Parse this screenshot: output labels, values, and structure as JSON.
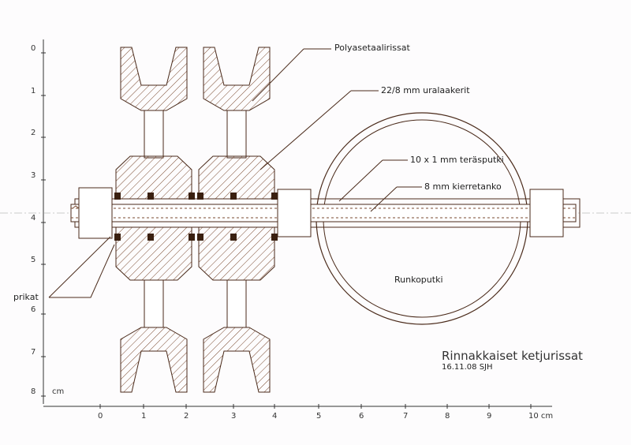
{
  "labels": {
    "polyacetal": "Polyasetaalirissat",
    "bearings": "22/8 mm uralaakerit",
    "steel_tube": "10 x 1 mm teräsputki",
    "threaded_rod": "8 mm kierretanko",
    "frame_tube": "Runkoputki",
    "washers": "prikat"
  },
  "title": "Rinnakkaiset ketjurissat",
  "date": "16.11.08 SJH",
  "vertical_scale": {
    "ticks": [
      "0",
      "1",
      "2",
      "3",
      "4",
      "5",
      "6",
      "7",
      "8"
    ],
    "unit": "cm"
  },
  "horizontal_scale": {
    "ticks": [
      "0",
      "1",
      "2",
      "3",
      "4",
      "5",
      "6",
      "7",
      "8",
      "9",
      "10 cm"
    ]
  },
  "colors": {
    "ink": "#4a2a1a",
    "hatch": "#7a4a30"
  }
}
